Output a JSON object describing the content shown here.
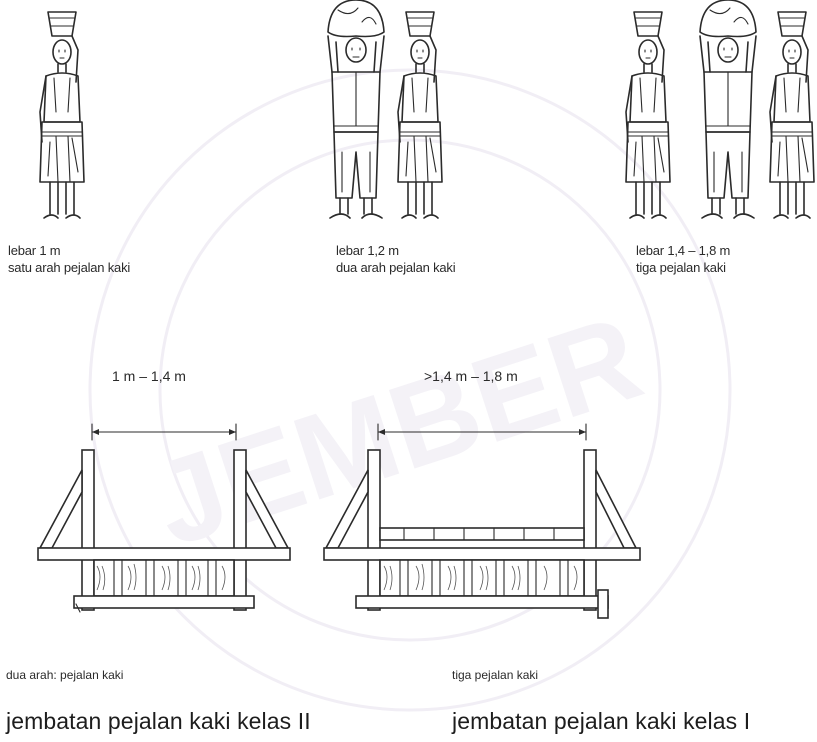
{
  "figures": [
    {
      "line1": "lebar 1 m",
      "line2": "satu arah pejalan kaki"
    },
    {
      "line1": "lebar 1,2 m",
      "line2": "dua arah pejalan kaki"
    },
    {
      "line1": "lebar 1,4 – 1,8 m",
      "line2": "tiga pejalan kaki"
    }
  ],
  "bridges": [
    {
      "dimension": "1 m – 1,4 m",
      "caption": "dua arah: pejalan kaki",
      "title": "jembatan pejalan kaki kelas II"
    },
    {
      "dimension": ">1,4 m – 1,8 m",
      "caption": "tiga pejalan kaki",
      "title": "jembatan pejalan kaki kelas I"
    }
  ],
  "watermark": {
    "text": "JEMBER"
  }
}
